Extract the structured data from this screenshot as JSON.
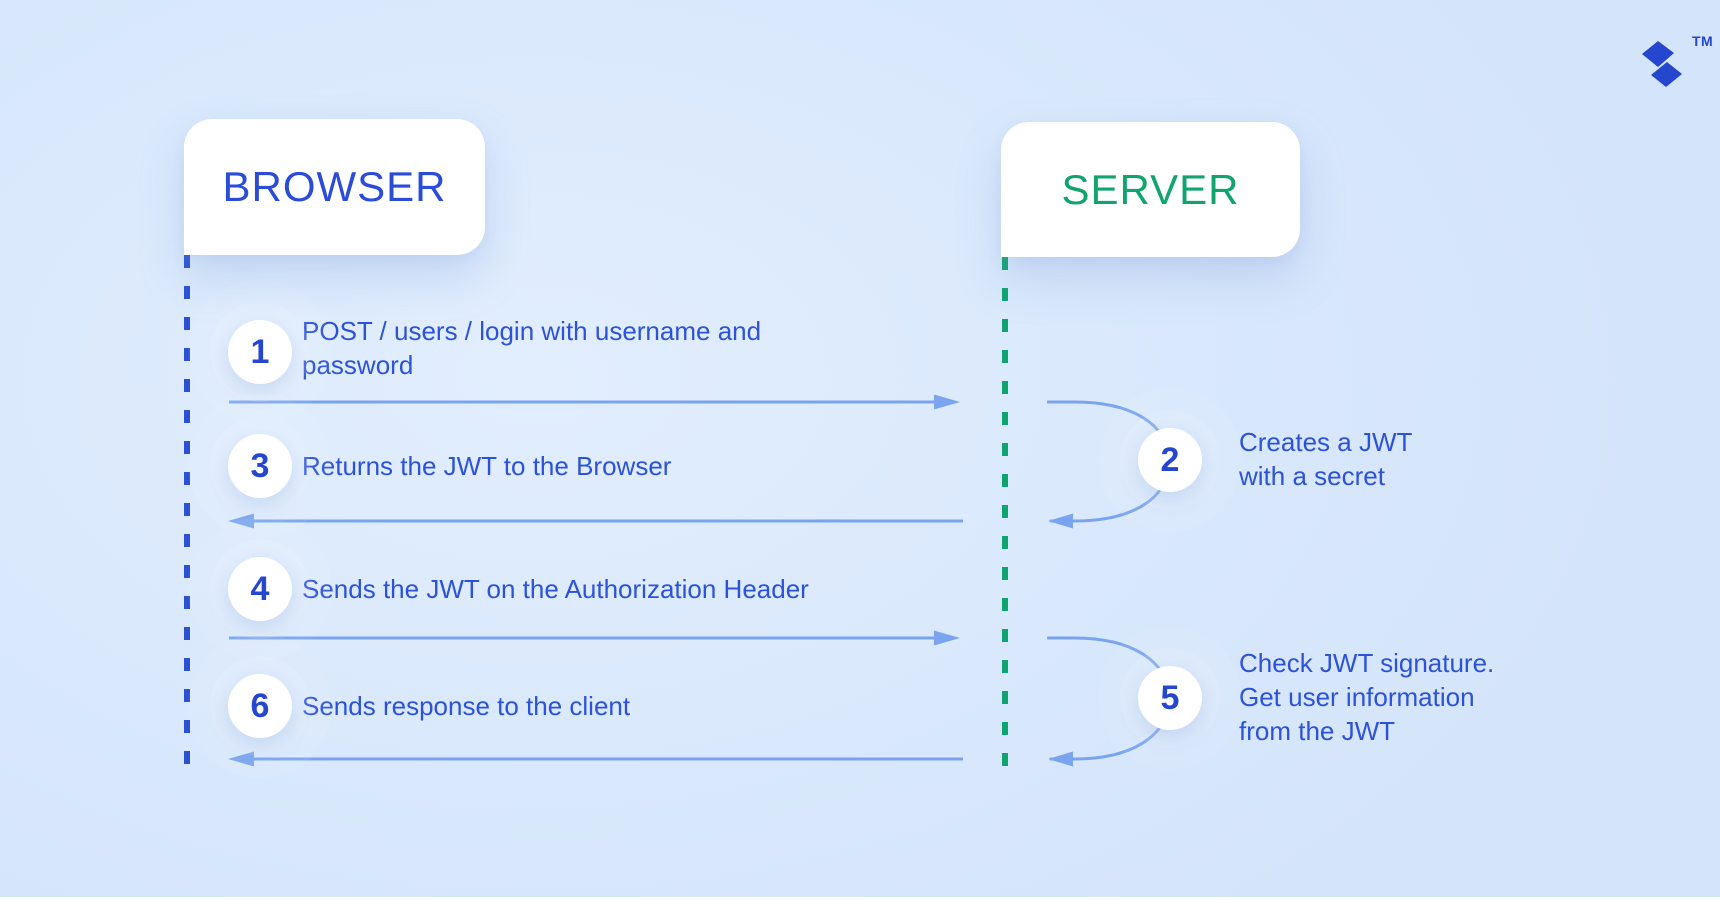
{
  "logo": {
    "trademark": "TM"
  },
  "actors": {
    "browser": {
      "label": "BROWSER"
    },
    "server": {
      "label": "SERVER"
    }
  },
  "messages": [
    {
      "num": "1",
      "text": "POST / users / login with username and password"
    },
    {
      "num": "2",
      "text": "Creates a JWT with a secret"
    },
    {
      "num": "3",
      "text": "Returns the JWT to the Browser"
    },
    {
      "num": "4",
      "text": "Sends the JWT on the Authorization Header"
    },
    {
      "num": "5",
      "text": "Check JWT signature. Get user information from the JWT"
    },
    {
      "num": "6",
      "text": "Sends response to the client"
    }
  ],
  "colors": {
    "background": "#D9E8FC",
    "browser_accent": "#2B4BD9",
    "server_accent": "#12A46E",
    "text_blue": "#2C52D9",
    "number_blue": "#2546CF",
    "arrow_blue": "#7AA4EE",
    "lifeline_blue": "#2B50D2",
    "lifeline_green": "#0EA46F",
    "logo_blue": "#2546CF"
  }
}
